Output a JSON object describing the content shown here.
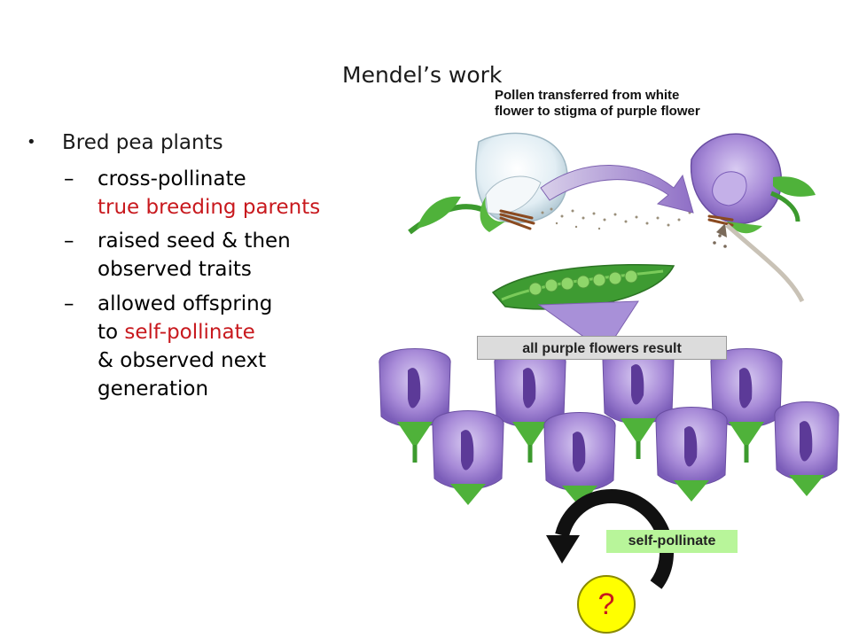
{
  "slide": {
    "title": "Mendel’s work",
    "bullets": [
      {
        "text": "Bred pea plants"
      }
    ],
    "sub_items": [
      {
        "dash": "–",
        "line1": "cross-pollinate",
        "line2_red": "true breeding parents"
      },
      {
        "dash": "–",
        "line1": "raised seed & then",
        "line2": "observed traits"
      },
      {
        "dash": "–",
        "line1": "allowed offspring",
        "line2_prefix": "to ",
        "line2_red": "self-pollinate",
        "line3": "& observed next",
        "line4": "generation"
      }
    ],
    "bullet_symbol": "•"
  },
  "figure": {
    "caption_line1": "Pollen transferred from white",
    "caption_line2": "flower to stigma of purple flower",
    "result_label": "all purple flowers result",
    "self_label": "self-pollinate",
    "question_mark": "?"
  },
  "colors": {
    "highlight_red": "#c8191e",
    "purple_flower": "#9b7fd0",
    "green_stem": "#3c9a2e",
    "self_label_bg": "#b8f59a",
    "question_bg": "#ffff00"
  }
}
